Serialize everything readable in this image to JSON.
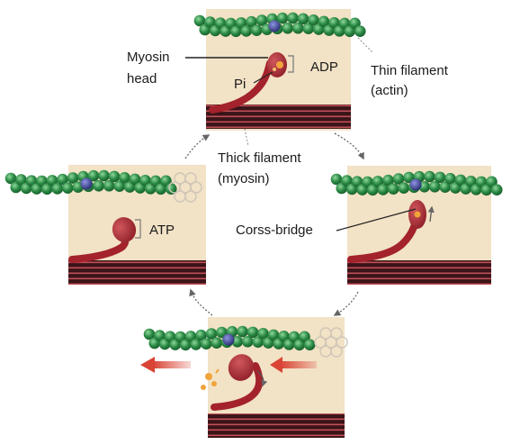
{
  "labels": {
    "myosin_head_line1": "Myosin",
    "myosin_head_line2": "head",
    "adp": "ADP",
    "pi": "Pi",
    "thin_filament_line1": "Thin filament",
    "thin_filament_line2": "(actin)",
    "thick_filament_line1": "Thick filament",
    "thick_filament_line2": "(myosin)",
    "atp": "ATP",
    "cross_bridge": "Corss-bridge"
  },
  "colors": {
    "panel": "#f2e2c6",
    "actin": "#23813f",
    "actin_light": "#6cc47f",
    "binding_site": "#3b3f8f",
    "myosin": "#a3222c",
    "myosin_light": "#d75357",
    "thick_dark": "#3a1418",
    "thick_stripe": "#c05058",
    "phosphate": "#f0a43a",
    "arrow": "#666666",
    "force_arrow": "#d94436"
  }
}
